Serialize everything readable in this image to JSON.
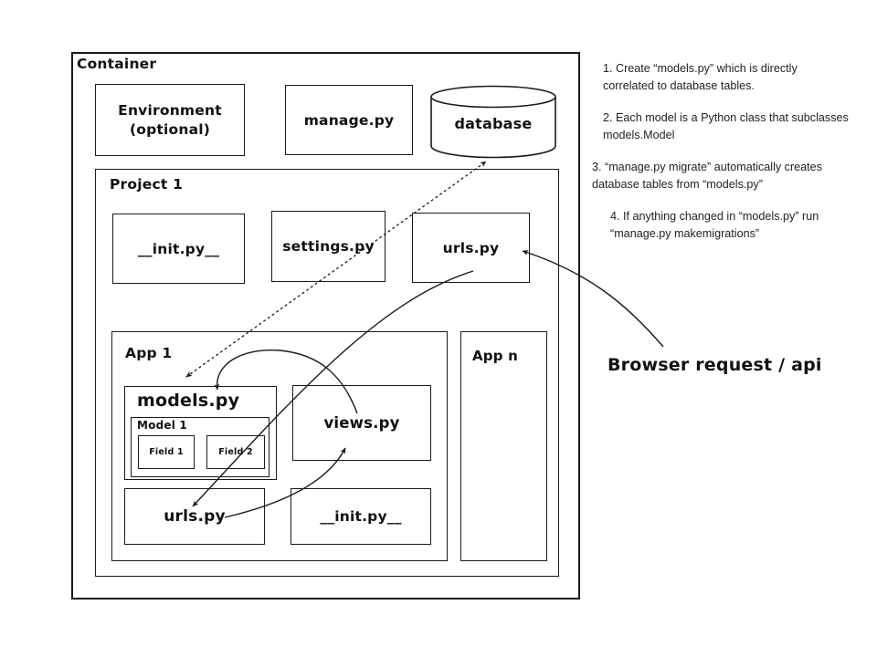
{
  "container": {
    "label": "Container"
  },
  "boxes": {
    "environment": {
      "line1": "Environment",
      "line2": "(optional)"
    },
    "manage": {
      "label": "manage.py"
    },
    "database": {
      "label": "database"
    },
    "project": {
      "label": "Project 1"
    },
    "project_init": {
      "label": "__init.py__"
    },
    "project_settings": {
      "label": "settings.py"
    },
    "project_urls": {
      "label": "urls.py"
    },
    "app1": {
      "label": "App 1"
    },
    "appn": {
      "label": "App n"
    },
    "models": {
      "label": "models.py"
    },
    "model1": {
      "label": "Model 1"
    },
    "field1": {
      "label": "Field 1"
    },
    "field2": {
      "label": "Field 2"
    },
    "views": {
      "label": "views.py"
    },
    "app1_urls": {
      "label": "urls.py"
    },
    "app1_init": {
      "label": "__init.py__"
    }
  },
  "notes": [
    {
      "line1": "1. Create “models.py” which is directly",
      "line2": "correlated to database tables."
    },
    {
      "line1": "2. Each model is a Python class that subclasses",
      "line2": "models.Model"
    },
    {
      "line1": "3. “manage.py migrate” automatically creates",
      "line2": "database tables from “models.py”"
    },
    {
      "line1": "4. If anything changed in “models.py” run",
      "line2": "“manage.py makemigrations”"
    }
  ],
  "browser_label": "Browser request / api",
  "edges": [
    {
      "from": "browser-request",
      "to": "project-urls",
      "style": "solid-curve"
    },
    {
      "from": "project-urls",
      "to": "app1-urls",
      "style": "solid-curve"
    },
    {
      "from": "app1-urls",
      "to": "views",
      "style": "solid-curve"
    },
    {
      "from": "views",
      "to": "models",
      "style": "solid-curve"
    },
    {
      "from": "models",
      "to": "database",
      "style": "dotted",
      "bidirectional": true
    }
  ],
  "colors": {
    "ink": "#1a1a1a",
    "background": "#ffffff"
  }
}
